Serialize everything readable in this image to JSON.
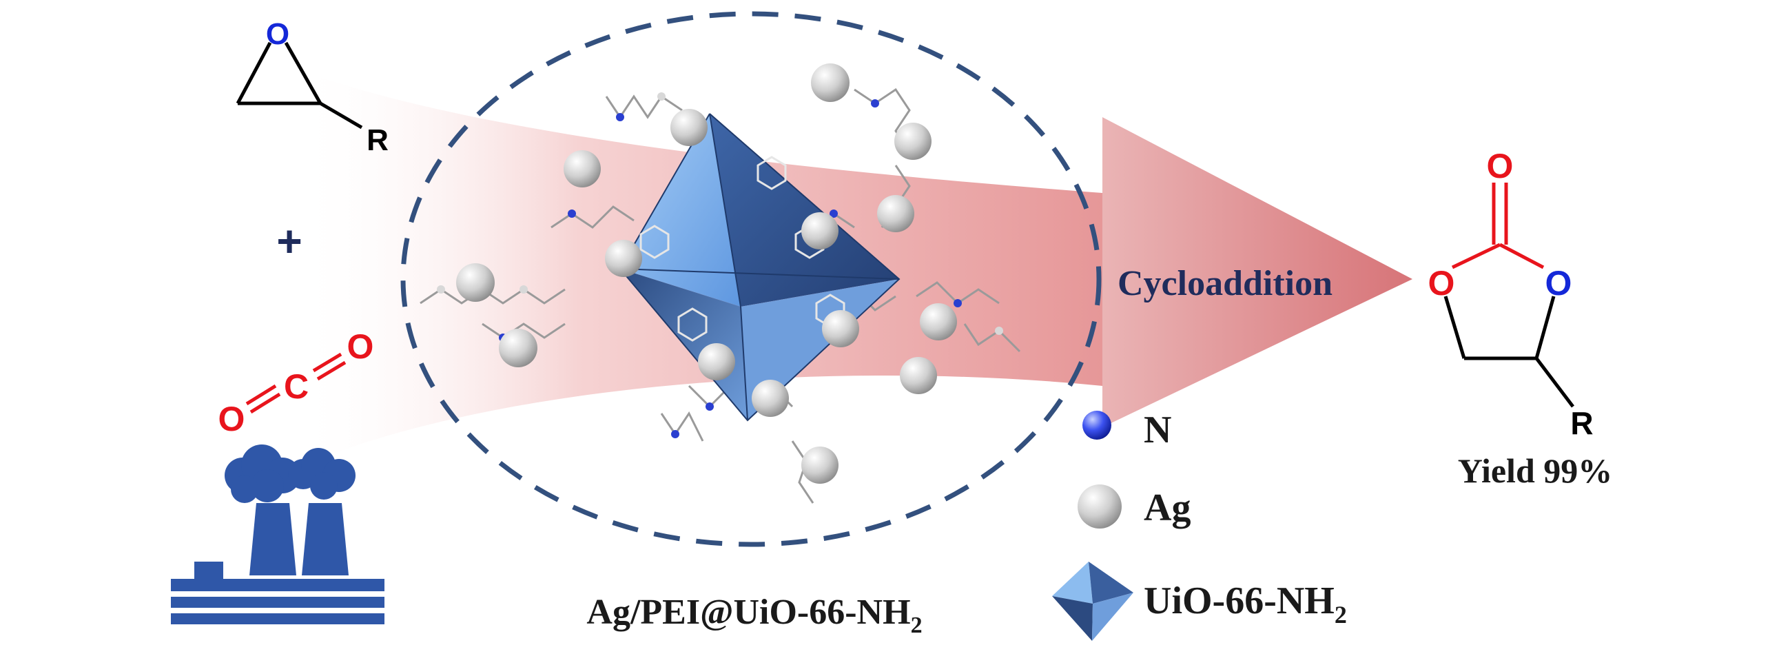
{
  "reactants": {
    "epoxide": {
      "o_label": "O",
      "r_label": "R"
    },
    "plus": "+",
    "co2": {
      "o1": "O",
      "c": "C",
      "o2": "O"
    }
  },
  "catalyst": {
    "label_main": "Ag/PEI@UiO-66-NH",
    "label_sub": "2"
  },
  "reaction": {
    "label": "Cycloaddition"
  },
  "legend": {
    "n": "N",
    "ag": "Ag",
    "uio_main": "UiO-66-NH",
    "uio_sub": "2"
  },
  "product": {
    "o_carbonyl": "O",
    "o_left": "O",
    "o_right": "O",
    "r_label": "R",
    "yield": "Yield 99%"
  },
  "colors": {
    "navy": "#1f2c5c",
    "dash": "#33507e",
    "oxygen_red": "#e8141c",
    "oxygen_blue": "#1428d8",
    "factory_blue": "#2f57a8",
    "arrow_pink": "#e28a8e",
    "octa_light": "#7fb2ec",
    "octa_dark": "#2e4f86"
  },
  "icons": [
    "epoxide-structure",
    "co2-molecule",
    "factory-icon",
    "octahedron-icon",
    "ag-sphere-icon",
    "n-atom-icon",
    "cyclic-carbonate-structure"
  ]
}
